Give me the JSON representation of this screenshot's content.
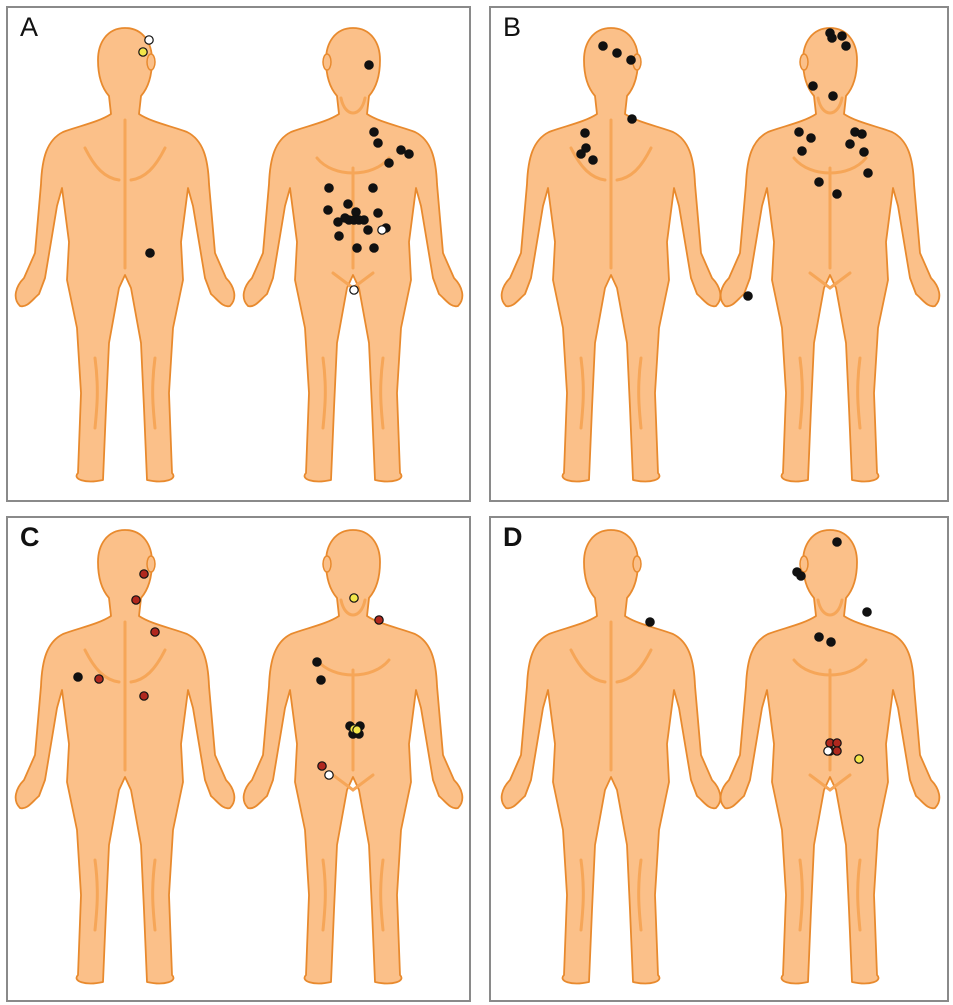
{
  "colors": {
    "skin": "#FBC089",
    "skin_outline": "#E88A2E",
    "skin_shade": "#F6A658",
    "marker_black": "#111111",
    "marker_red": "#B0281E",
    "marker_white": "#FFFFFF",
    "marker_yellow": "#F2E64A"
  },
  "panels": [
    {
      "label": "A",
      "markers": [
        {
          "view": "back",
          "part": "head",
          "color": "white",
          "count": 1
        },
        {
          "view": "back",
          "part": "head",
          "color": "yellow",
          "count": 1
        },
        {
          "view": "back",
          "part": "lower-back",
          "color": "black",
          "count": 1
        },
        {
          "view": "front",
          "part": "head",
          "color": "black",
          "count": 1
        },
        {
          "view": "front",
          "part": "left-shoulder",
          "color": "black",
          "count": 5
        },
        {
          "view": "front",
          "part": "abdomen",
          "color": "black",
          "count": 17
        },
        {
          "view": "front",
          "part": "abdomen",
          "color": "white",
          "count": 1
        },
        {
          "view": "front",
          "part": "groin",
          "color": "white",
          "count": 1
        }
      ]
    },
    {
      "label": "B",
      "markers": [
        {
          "view": "back",
          "part": "head",
          "color": "black",
          "count": 3
        },
        {
          "view": "back",
          "part": "shoulder",
          "color": "black",
          "count": 1
        },
        {
          "view": "back",
          "part": "upper-back",
          "color": "black",
          "count": 4
        },
        {
          "view": "back",
          "part": "hand",
          "color": "black",
          "count": 1
        },
        {
          "view": "front",
          "part": "head",
          "color": "black",
          "count": 4
        },
        {
          "view": "front",
          "part": "neck",
          "color": "black",
          "count": 2
        },
        {
          "view": "front",
          "part": "chest",
          "color": "black",
          "count": 10
        }
      ]
    },
    {
      "label": "C",
      "markers": [
        {
          "view": "back",
          "part": "head",
          "color": "red",
          "count": 1
        },
        {
          "view": "back",
          "part": "neck",
          "color": "red",
          "count": 1
        },
        {
          "view": "back",
          "part": "back",
          "color": "red",
          "count": 3
        },
        {
          "view": "back",
          "part": "arm",
          "color": "black",
          "count": 1
        },
        {
          "view": "front",
          "part": "neck",
          "color": "yellow",
          "count": 1
        },
        {
          "view": "front",
          "part": "shoulder",
          "color": "red",
          "count": 1
        },
        {
          "view": "front",
          "part": "chest",
          "color": "black",
          "count": 2
        },
        {
          "view": "front",
          "part": "abdomen",
          "color": "black",
          "count": 4
        },
        {
          "view": "front",
          "part": "abdomen",
          "color": "yellow",
          "count": 2
        },
        {
          "view": "front",
          "part": "thigh",
          "color": "red",
          "count": 1
        },
        {
          "view": "front",
          "part": "thigh",
          "color": "white",
          "count": 1
        }
      ]
    },
    {
      "label": "D",
      "markers": [
        {
          "view": "back",
          "part": "shoulder",
          "color": "black",
          "count": 1
        },
        {
          "view": "front",
          "part": "head",
          "color": "black",
          "count": 3
        },
        {
          "view": "front",
          "part": "shoulder",
          "color": "black",
          "count": 1
        },
        {
          "view": "front",
          "part": "chest",
          "color": "black",
          "count": 2
        },
        {
          "view": "front",
          "part": "groin",
          "color": "red",
          "count": 4
        },
        {
          "view": "front",
          "part": "groin",
          "color": "white",
          "count": 1
        },
        {
          "view": "front",
          "part": "hip",
          "color": "yellow",
          "count": 1
        }
      ]
    }
  ]
}
